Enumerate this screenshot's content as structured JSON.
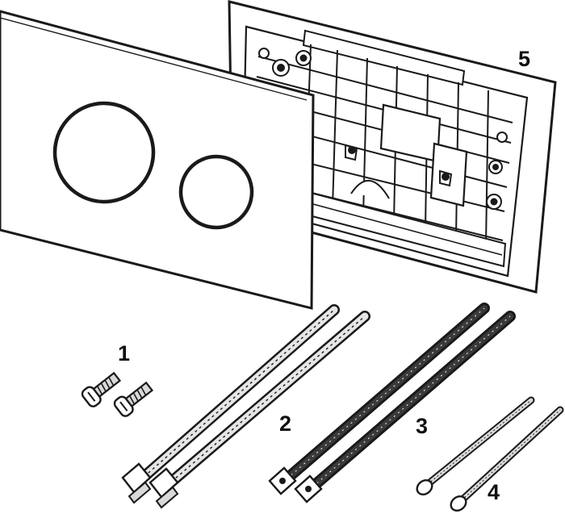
{
  "diagram": {
    "callouts": [
      {
        "id": "screws",
        "label": "1"
      },
      {
        "id": "threaded-rods-long",
        "label": "2"
      },
      {
        "id": "threaded-rods-black",
        "label": "3"
      },
      {
        "id": "thin-bolts",
        "label": "4"
      },
      {
        "id": "mounting-frame",
        "label": "5"
      }
    ],
    "parts": {
      "cover_plate": {
        "buttons": 2
      },
      "mounting_frame": {},
      "screws": {
        "count": 2
      },
      "threaded_rods_long": {
        "count": 2
      },
      "threaded_rods_black": {
        "count": 2
      },
      "thin_bolts": {
        "count": 2
      }
    },
    "colors": {
      "ink": "#1a1a1a",
      "paper": "#ffffff",
      "rod_dark": "#2a2a2a",
      "metal": "#d9d9d9"
    }
  }
}
